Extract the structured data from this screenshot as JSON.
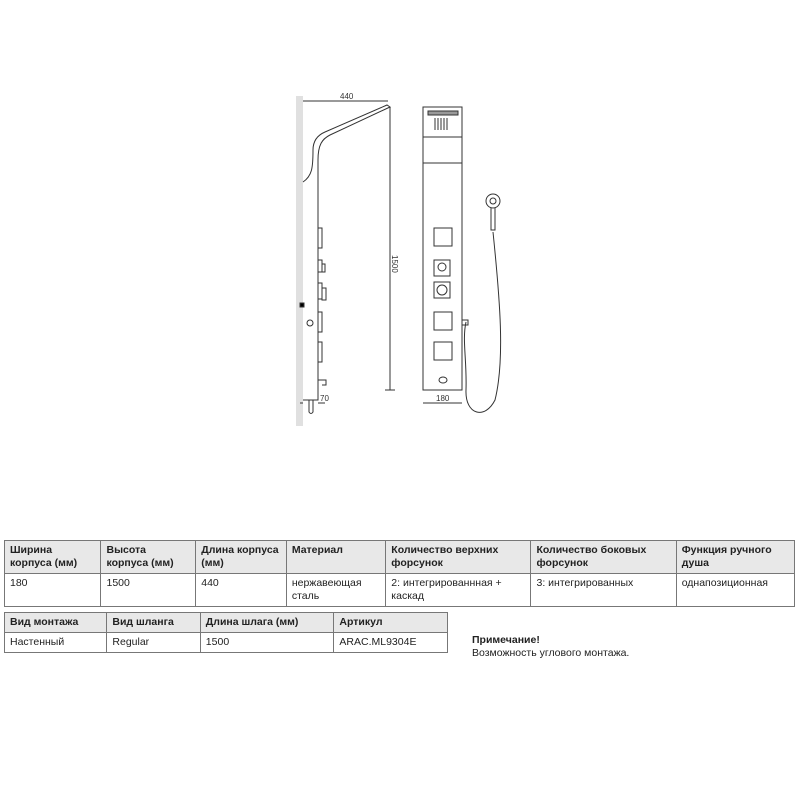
{
  "drawing": {
    "width_top": "440",
    "height": "1500",
    "depth": "70",
    "front_width": "180"
  },
  "table1": {
    "headers": [
      "Ширина корпуса (мм)",
      "Высота корпуса (мм)",
      "Длина корпуса (мм)",
      "Материал",
      "Количество верхних форсунок",
      "Количество боковых форсунок",
      "Функция ручного душа"
    ],
    "row": [
      "180",
      "1500",
      "440",
      "нержавеющая сталь",
      "2: интегрированнная + каскад",
      "3: интегрированных",
      "однапозиционная"
    ]
  },
  "table2": {
    "headers": [
      "Вид монтажа",
      "Вид шланга",
      "Длина шлага (мм)",
      "Артикул"
    ],
    "row": [
      "Настенный",
      "Regular",
      "1500",
      "ARAC.ML9304E"
    ]
  },
  "note": {
    "title": "Примечание!",
    "text": "Возможность углового монтажа."
  }
}
